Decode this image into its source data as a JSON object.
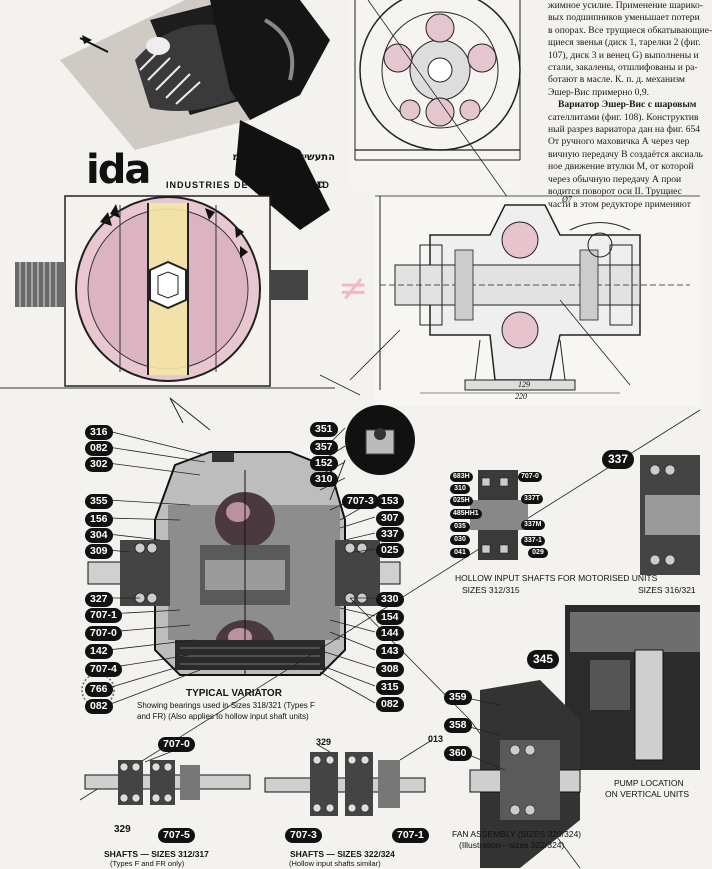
{
  "russian_text": {
    "top_right_lines": [
      "жимное усилие. Применение шарико-",
      "вых подшипников уменьшает потери",
      "в опорах. Все трущиеся обкатывающие-",
      "щиеся звенья (диск 1, тарелки 2 (фиг.",
      "107), диск 3 и венец G) выполнены и",
      "стали, закалены, отшлифованы и ра-",
      "ботают в масле. К. п. д. механизм",
      "Эшер-Вис примерно 0,9."
    ],
    "heading": "Вариатор Эшер-Вис с шаровым",
    "heading_lines": [
      "сателлитами (фиг. 108). Конструктив",
      "ный разрез вариатора дан на фиг. 654",
      "От ручного маховичка А через чер",
      "вичную передачу В создаётся аксиаль",
      "ное движение втулки М, от которой",
      "через обычную передачу А прои",
      "водится поворот оси II. Трущиес",
      "части в этом редукторе применяют"
    ]
  },
  "logo": {
    "letters": "ida",
    "hebrew": "התעשייה לפתוח בע\"מ",
    "company": "INDUSTRIES DEVELOPMENT C",
    "ltd": "LTD"
  },
  "drawing_dims": {
    "d1": "Ø7",
    "d2": "129",
    "d3": "220"
  },
  "variator_labels": {
    "left": [
      "316",
      "082",
      "302",
      "355",
      "156",
      "304",
      "309",
      "327",
      "707-1",
      "707-0",
      "142",
      "707-4",
      "766",
      "082"
    ],
    "top": [
      "351",
      "357",
      "152",
      "310"
    ],
    "right": [
      "707-3",
      "153",
      "307",
      "337",
      "025",
      "330",
      "154",
      "144",
      "143",
      "308",
      "315",
      "082"
    ]
  },
  "captions": {
    "typical_title": "TYPICAL VARIATOR",
    "typical_line1": "Showing bearings used in Sizes 318/321 (Types F",
    "typical_line2": "and FR) (Also applies to hollow input shaft units)",
    "hollow_title": "HOLLOW INPUT SHAFTS FOR MOTORISED UNITS",
    "sizes_312": "SIZES 312/315",
    "sizes_316": "SIZES 316/321",
    "pump_line1": "PUMP LOCATION",
    "pump_line2": "ON VERTICAL UNITS",
    "fan_line1": "FAN ASSEMBLY (SIZES 320/324)",
    "fan_line2": "(Illustration—sizes 322/324)",
    "shafts_a1": "SHAFTS — SIZES 312/317",
    "shafts_a2": "(Types F and FR only)",
    "shafts_b1": "SHAFTS — SIZES 322/324",
    "shafts_b2": "(Hollow input shafts similar)"
  },
  "hollow_labels": [
    "683H",
    "310",
    "025H",
    "485HH1",
    "035",
    "030",
    "041",
    "707-0",
    "337T",
    "337M",
    "337-1",
    "029"
  ],
  "misc_labels": {
    "n337": "337",
    "n345": "345",
    "n359": "359",
    "n358": "358",
    "n360": "360",
    "s707_0": "707-0",
    "s329": "329",
    "s707_5": "707-5",
    "s329b": "329",
    "s013": "013",
    "s707_3": "707-3",
    "s707_1": "707-1"
  }
}
